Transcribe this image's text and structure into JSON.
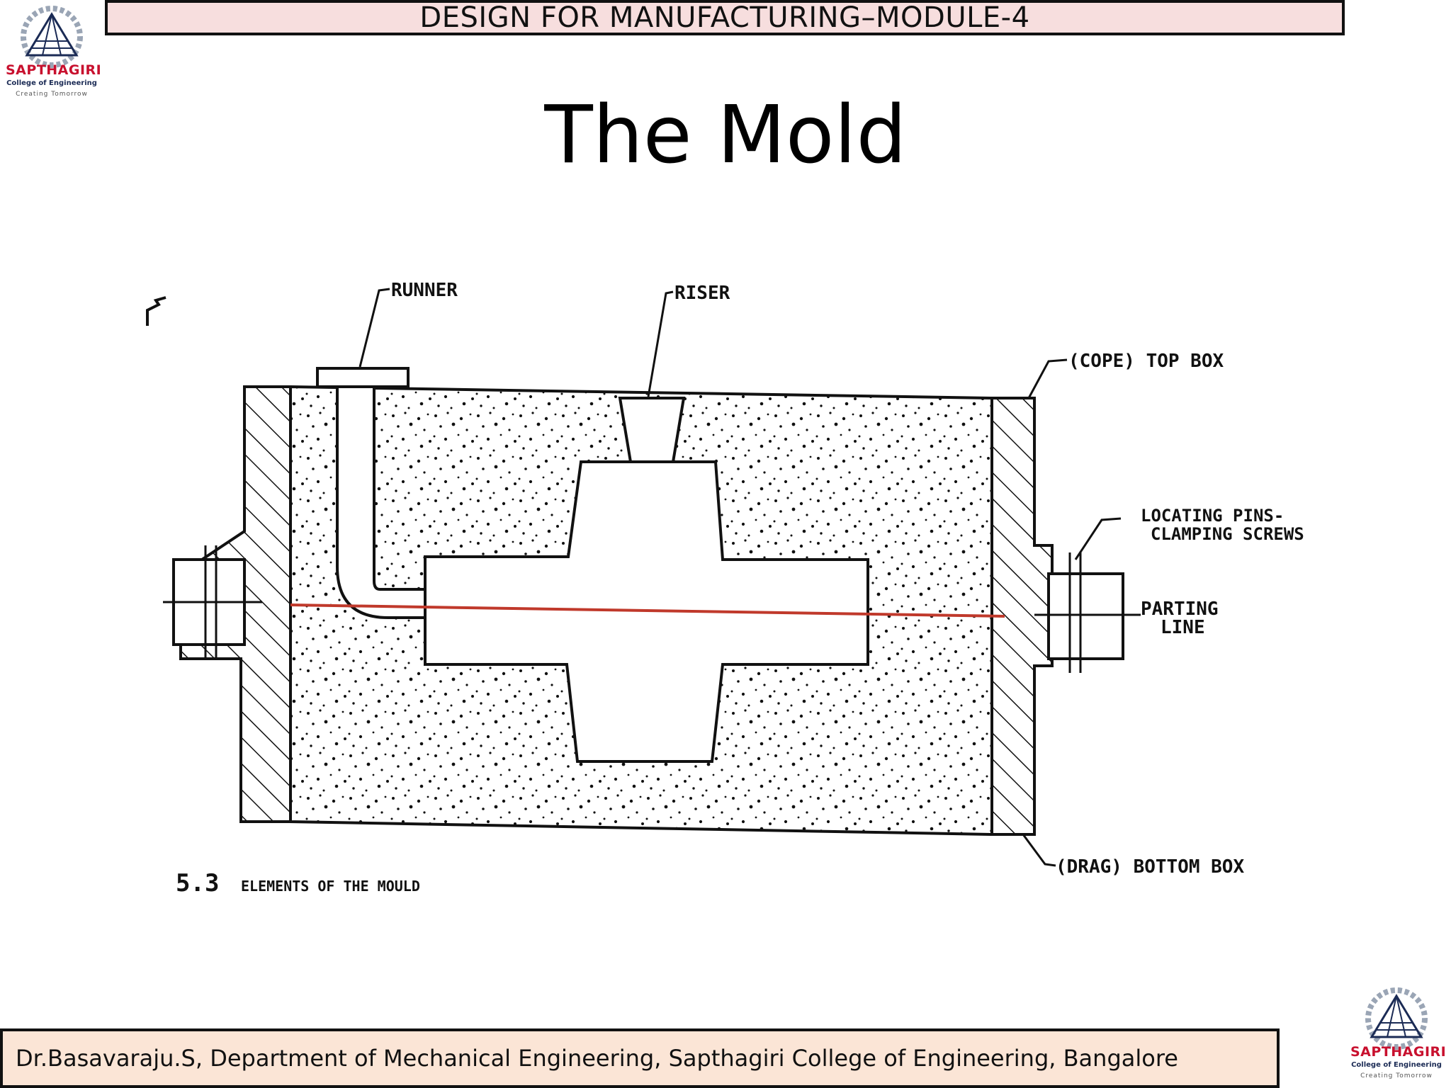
{
  "header": {
    "title": "DESIGN FOR MANUFACTURING–MODULE-4"
  },
  "logo": {
    "name": "SAPTHAGIRI",
    "subtitle": "College of Engineering",
    "tagline": "Creating Tomorrow",
    "icon": "gear-pyramid-logo"
  },
  "slide": {
    "title": "The Mold"
  },
  "diagram": {
    "labels": {
      "runner": "RUNNER",
      "riser": "RISER",
      "cope": "(COPE) TOP BOX",
      "pins_1": "LOCATING PINS-",
      "pins_2": "CLAMPING SCREWS",
      "parting_1": "PARTING",
      "parting_2": "LINE",
      "drag": "(DRAG) BOTTOM BOX"
    },
    "caption_number": "5.3",
    "caption_text": "ELEMENTS OF THE MOULD",
    "parting_line_color": "#c0392b"
  },
  "footer": {
    "text": "Dr.Basavaraju.S, Department of Mechanical Engineering,  Sapthagiri College of Engineering, Bangalore"
  }
}
